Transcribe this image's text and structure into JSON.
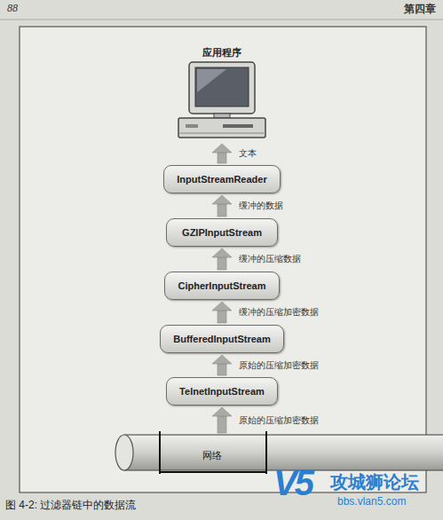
{
  "diagram": {
    "caption": "图 4-2: 过滤器链中的数据流",
    "nodes": [
      {
        "text": [
          "应用程序"
        ]
      },
      {
        "text": [
          "InputStreamReader"
        ]
      },
      {
        "text": [
          "GZIPInputStream"
        ]
      },
      {
        "text": [
          "CipherInputStream"
        ]
      },
      {
        "text": [
          "BufferedInputStream"
        ]
      },
      {
        "text": [
          "TelnetInputStream"
        ]
      },
      {
        "text": [
          "网络"
        ]
      }
    ],
    "edges": [
      {
        "from": 6,
        "to": 5,
        "label": "原始的压缩加密数据",
        "arrow": "to"
      },
      {
        "from": 5,
        "to": 4,
        "label": "原始的压缩加密数据",
        "arrow": "to"
      },
      {
        "from": 4,
        "to": 3,
        "label": "缓冲的压缩加密数据",
        "arrow": "to"
      },
      {
        "from": 3,
        "to": 2,
        "label": "缓冲的压缩数据",
        "arrow": "to"
      },
      {
        "from": 2,
        "to": 1,
        "label": "缓冲的数据",
        "arrow": "to"
      },
      {
        "from": 1,
        "to": 0,
        "label": "文本",
        "arrow": "to"
      }
    ],
    "labels": [
      "88",
      "第四章",
      "V5",
      "攻城狮论坛",
      "bbs.vlan5.com"
    ]
  }
}
